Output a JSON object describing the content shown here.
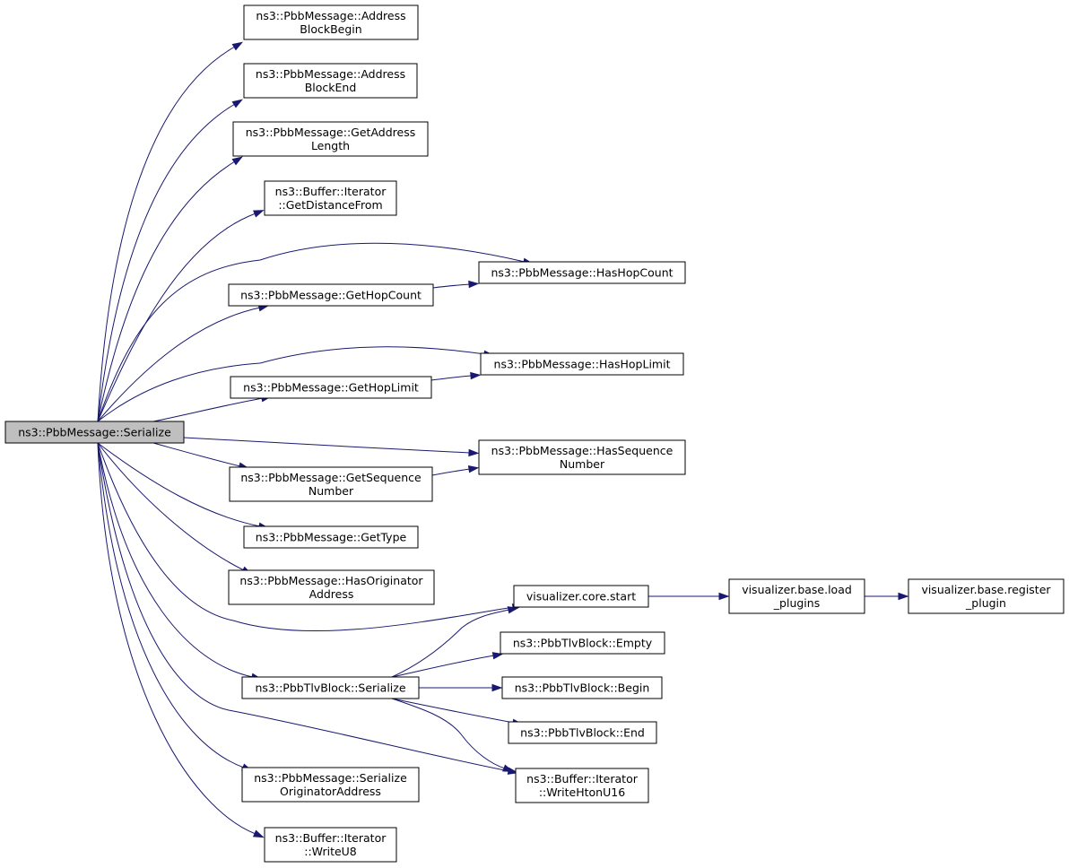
{
  "root": "serialize",
  "nodes": {
    "serialize": {
      "lines": [
        "ns3::PbbMessage::Serialize"
      ]
    },
    "addr_begin": {
      "lines": [
        "ns3::PbbMessage::Address",
        "BlockBegin"
      ]
    },
    "addr_end": {
      "lines": [
        "ns3::PbbMessage::Address",
        "BlockEnd"
      ]
    },
    "get_addr_len": {
      "lines": [
        "ns3::PbbMessage::GetAddress",
        "Length"
      ]
    },
    "get_dist": {
      "lines": [
        "ns3::Buffer::Iterator",
        "::GetDistanceFrom"
      ]
    },
    "has_hopcount": {
      "lines": [
        "ns3::PbbMessage::HasHopCount"
      ]
    },
    "get_hopcount": {
      "lines": [
        "ns3::PbbMessage::GetHopCount"
      ]
    },
    "has_hoplimit": {
      "lines": [
        "ns3::PbbMessage::HasHopLimit"
      ]
    },
    "get_hoplimit": {
      "lines": [
        "ns3::PbbMessage::GetHopLimit"
      ]
    },
    "has_seq": {
      "lines": [
        "ns3::PbbMessage::HasSequence",
        "Number"
      ]
    },
    "get_seq": {
      "lines": [
        "ns3::PbbMessage::GetSequence",
        "Number"
      ]
    },
    "get_type": {
      "lines": [
        "ns3::PbbMessage::GetType"
      ]
    },
    "has_orig": {
      "lines": [
        "ns3::PbbMessage::HasOriginator",
        "Address"
      ]
    },
    "vis_start": {
      "lines": [
        "visualizer.core.start"
      ]
    },
    "vis_load": {
      "lines": [
        "visualizer.base.load",
        "_plugins"
      ]
    },
    "vis_register": {
      "lines": [
        "visualizer.base.register",
        "_plugin"
      ]
    },
    "tlv_empty": {
      "lines": [
        "ns3::PbbTlvBlock::Empty"
      ]
    },
    "tlv_serialize": {
      "lines": [
        "ns3::PbbTlvBlock::Serialize"
      ]
    },
    "tlv_begin": {
      "lines": [
        "ns3::PbbTlvBlock::Begin"
      ]
    },
    "tlv_end": {
      "lines": [
        "ns3::PbbTlvBlock::End"
      ]
    },
    "write_hton16": {
      "lines": [
        "ns3::Buffer::Iterator",
        "::WriteHtonU16"
      ]
    },
    "ser_orig": {
      "lines": [
        "ns3::PbbMessage::Serialize",
        "OriginatorAddress"
      ]
    },
    "write_u8": {
      "lines": [
        "ns3::Buffer::Iterator",
        "::WriteU8"
      ]
    }
  },
  "edges": [
    [
      "serialize",
      "addr_begin"
    ],
    [
      "serialize",
      "addr_end"
    ],
    [
      "serialize",
      "get_addr_len"
    ],
    [
      "serialize",
      "get_dist"
    ],
    [
      "serialize",
      "has_hopcount"
    ],
    [
      "serialize",
      "get_hopcount"
    ],
    [
      "serialize",
      "has_hoplimit"
    ],
    [
      "serialize",
      "get_hoplimit"
    ],
    [
      "serialize",
      "has_seq"
    ],
    [
      "serialize",
      "get_seq"
    ],
    [
      "serialize",
      "get_type"
    ],
    [
      "serialize",
      "has_orig"
    ],
    [
      "serialize",
      "vis_start"
    ],
    [
      "serialize",
      "tlv_serialize"
    ],
    [
      "serialize",
      "write_hton16"
    ],
    [
      "serialize",
      "ser_orig"
    ],
    [
      "serialize",
      "write_u8"
    ],
    [
      "get_hopcount",
      "has_hopcount"
    ],
    [
      "get_hoplimit",
      "has_hoplimit"
    ],
    [
      "get_seq",
      "has_seq"
    ],
    [
      "vis_start",
      "vis_load"
    ],
    [
      "vis_load",
      "vis_register"
    ],
    [
      "tlv_serialize",
      "vis_start"
    ],
    [
      "tlv_serialize",
      "tlv_empty"
    ],
    [
      "tlv_serialize",
      "tlv_begin"
    ],
    [
      "tlv_serialize",
      "tlv_end"
    ],
    [
      "tlv_serialize",
      "write_hton16"
    ]
  ]
}
